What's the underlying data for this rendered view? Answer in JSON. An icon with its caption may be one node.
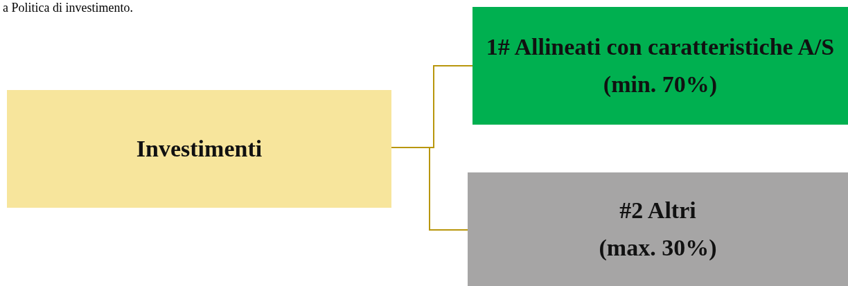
{
  "diagram": {
    "nodes": [
      {
        "text": [
          "Investimenti"
        ]
      },
      {
        "text": [
          "1# Allineati con caratteristiche A/S",
          "(min. 70%)"
        ]
      },
      {
        "text": [
          "#2 Altri",
          "(max. 30%)"
        ]
      }
    ],
    "edges": [
      {
        "from": 0,
        "to": 1,
        "arrow": "none"
      },
      {
        "from": 0,
        "to": 2,
        "arrow": "none"
      }
    ],
    "labels": [
      "a Politica di investimento."
    ]
  }
}
